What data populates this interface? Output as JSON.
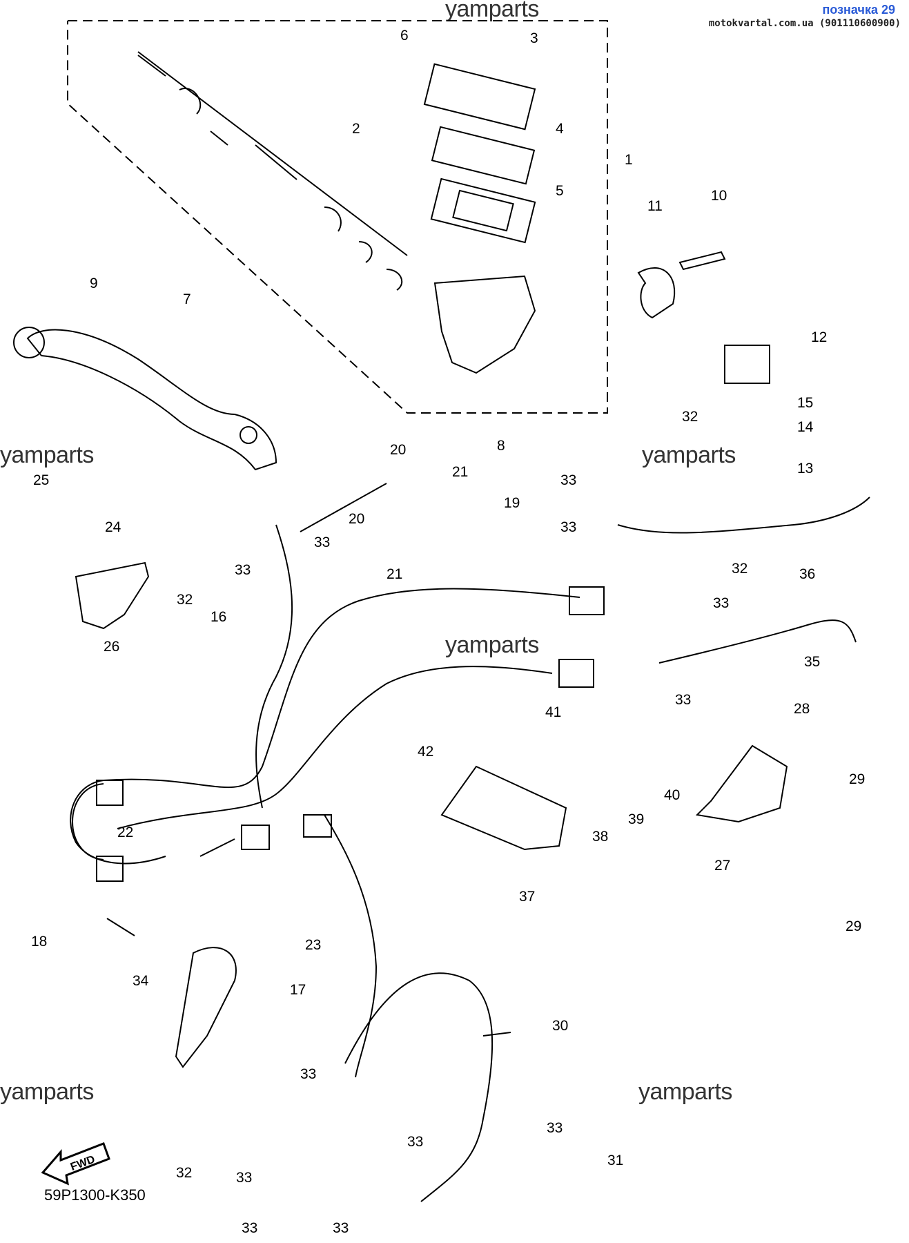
{
  "header": {
    "title": "позначка 29",
    "source": "motokvartal.com.ua (901110600900)"
  },
  "watermarks": [
    "yamparts",
    "yamparts",
    "yamparts",
    "yamparts",
    "yamparts",
    "yamparts"
  ],
  "footer": {
    "diagram_code": "59P1300-K350",
    "fwd_label": "FWD"
  },
  "parts": [
    {
      "label": "1"
    },
    {
      "label": "2"
    },
    {
      "label": "3"
    },
    {
      "label": "4"
    },
    {
      "label": "5"
    },
    {
      "label": "6"
    },
    {
      "label": "7"
    },
    {
      "label": "8"
    },
    {
      "label": "9"
    },
    {
      "label": "10"
    },
    {
      "label": "11"
    },
    {
      "label": "12"
    },
    {
      "label": "13"
    },
    {
      "label": "14"
    },
    {
      "label": "15"
    },
    {
      "label": "16"
    },
    {
      "label": "17"
    },
    {
      "label": "18"
    },
    {
      "label": "19"
    },
    {
      "label": "20"
    },
    {
      "label": "20"
    },
    {
      "label": "21"
    },
    {
      "label": "21"
    },
    {
      "label": "22"
    },
    {
      "label": "23"
    },
    {
      "label": "24"
    },
    {
      "label": "25"
    },
    {
      "label": "26"
    },
    {
      "label": "27"
    },
    {
      "label": "28"
    },
    {
      "label": "29"
    },
    {
      "label": "29"
    },
    {
      "label": "30"
    },
    {
      "label": "31"
    },
    {
      "label": "32"
    },
    {
      "label": "32"
    },
    {
      "label": "32"
    },
    {
      "label": "32"
    },
    {
      "label": "33"
    },
    {
      "label": "33"
    },
    {
      "label": "33"
    },
    {
      "label": "33"
    },
    {
      "label": "33"
    },
    {
      "label": "33"
    },
    {
      "label": "33"
    },
    {
      "label": "33"
    },
    {
      "label": "33"
    },
    {
      "label": "33"
    },
    {
      "label": "33"
    },
    {
      "label": "33"
    },
    {
      "label": "34"
    },
    {
      "label": "35"
    },
    {
      "label": "36"
    },
    {
      "label": "37"
    },
    {
      "label": "38"
    },
    {
      "label": "39"
    },
    {
      "label": "40"
    },
    {
      "label": "41"
    },
    {
      "label": "42"
    }
  ]
}
